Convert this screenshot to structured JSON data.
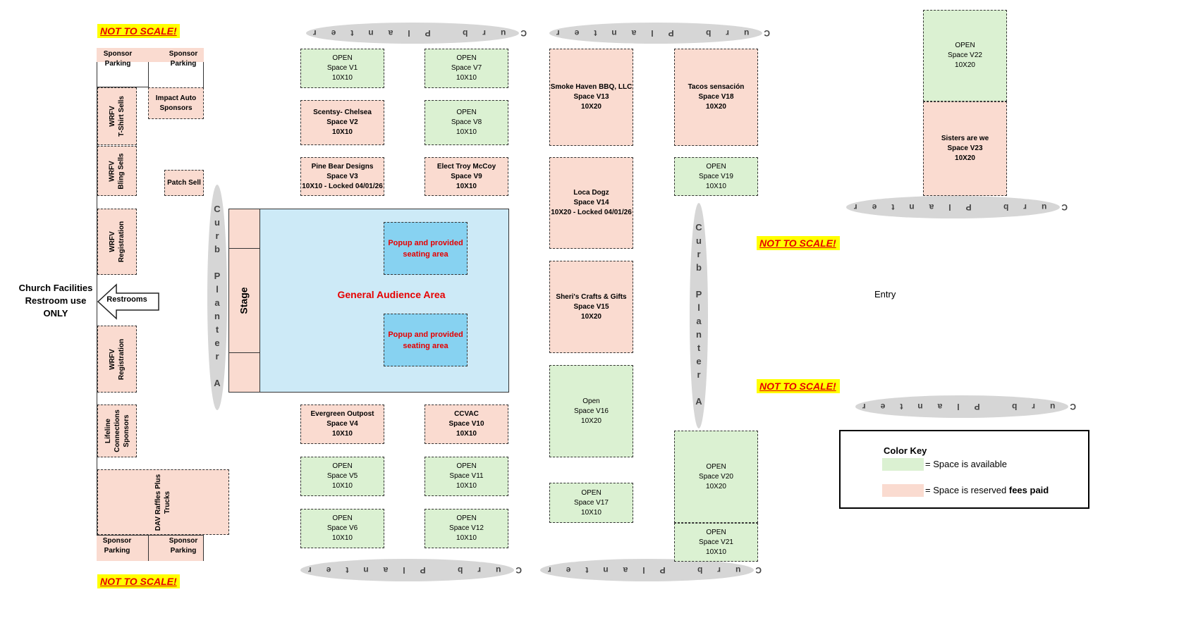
{
  "warning": "NOT TO SCALE!",
  "planter_label": "Curb Planter",
  "planter_a_label": "Curb Planter A",
  "church": [
    "Church Facilities",
    "Restroom use",
    "ONLY"
  ],
  "restrooms": "Restrooms",
  "entry": "Entry",
  "left_column": {
    "sponsor_parking": [
      "Sponsor",
      "Parking"
    ],
    "impact_auto": [
      "Impact Auto",
      "Sponsors"
    ],
    "tshirt": [
      "WRFV",
      "T-Shirt Sells"
    ],
    "bling": [
      "WRFV",
      "Bling Sells"
    ],
    "patch": "Patch Sell",
    "registration": [
      "WRFV",
      "Registration"
    ],
    "lifeline": [
      "Lifeline",
      "Connections",
      "Sponsors"
    ],
    "dav": [
      "DAV Raffles Plus",
      "Trucks"
    ]
  },
  "stage": {
    "label": "Stage",
    "audience": "General Audience Area",
    "seating": [
      "Popup and provided",
      "seating area"
    ]
  },
  "spaces": {
    "v1": [
      "OPEN",
      "Space V1",
      "10X10"
    ],
    "v2": [
      "Scentsy- Chelsea",
      "Space V2",
      "10X10"
    ],
    "v3": [
      "Pine Bear Designs",
      "Space V3",
      "10X10 - Locked 04/01/26"
    ],
    "v4": [
      "Evergreen Outpost",
      "Space V4",
      "10X10"
    ],
    "v5": [
      "OPEN",
      "Space V5",
      "10X10"
    ],
    "v6": [
      "OPEN",
      "Space V6",
      "10X10"
    ],
    "v7": [
      "OPEN",
      "Space V7",
      "10X10"
    ],
    "v8": [
      "OPEN",
      "Space V8",
      "10X10"
    ],
    "v9": [
      "Elect Troy McCoy",
      "Space V9",
      "10X10"
    ],
    "v10": [
      "CCVAC",
      "Space V10",
      "10X10"
    ],
    "v11": [
      "OPEN",
      "Space V11",
      "10X10"
    ],
    "v12": [
      "OPEN",
      "Space V12",
      "10X10"
    ],
    "v13": [
      "Smoke Haven BBQ, LLC",
      "Space V13",
      "10X20"
    ],
    "v14": [
      "Loca Dogz",
      "Space V14",
      "10X20 - Locked 04/01/26"
    ],
    "v15": [
      "Sheri's Crafts & Gifts",
      "Space V15",
      "10X20"
    ],
    "v16": [
      "Open",
      "Space V16",
      "10X20"
    ],
    "v17": [
      "OPEN",
      "Space V17",
      "10X10"
    ],
    "v18": [
      "Tacos sensación",
      "Space V18",
      "10X20"
    ],
    "v19": [
      "OPEN",
      "Space V19",
      "10X10"
    ],
    "v20": [
      "OPEN",
      "Space V20",
      "10X20"
    ],
    "v21": [
      "OPEN",
      "Space V21",
      "10X10"
    ],
    "v22": [
      "OPEN",
      "Space V22",
      "10X20"
    ],
    "v23": [
      "Sisters are we",
      "Space V23",
      "10X20"
    ]
  },
  "color_key": {
    "title": "Color Key",
    "available": "= Space is available",
    "reserved_prefix": "= Space is reserved ",
    "reserved_bold": "fees paid",
    "available_color": "#dbf1d2",
    "reserved_color": "#fadbd0"
  }
}
